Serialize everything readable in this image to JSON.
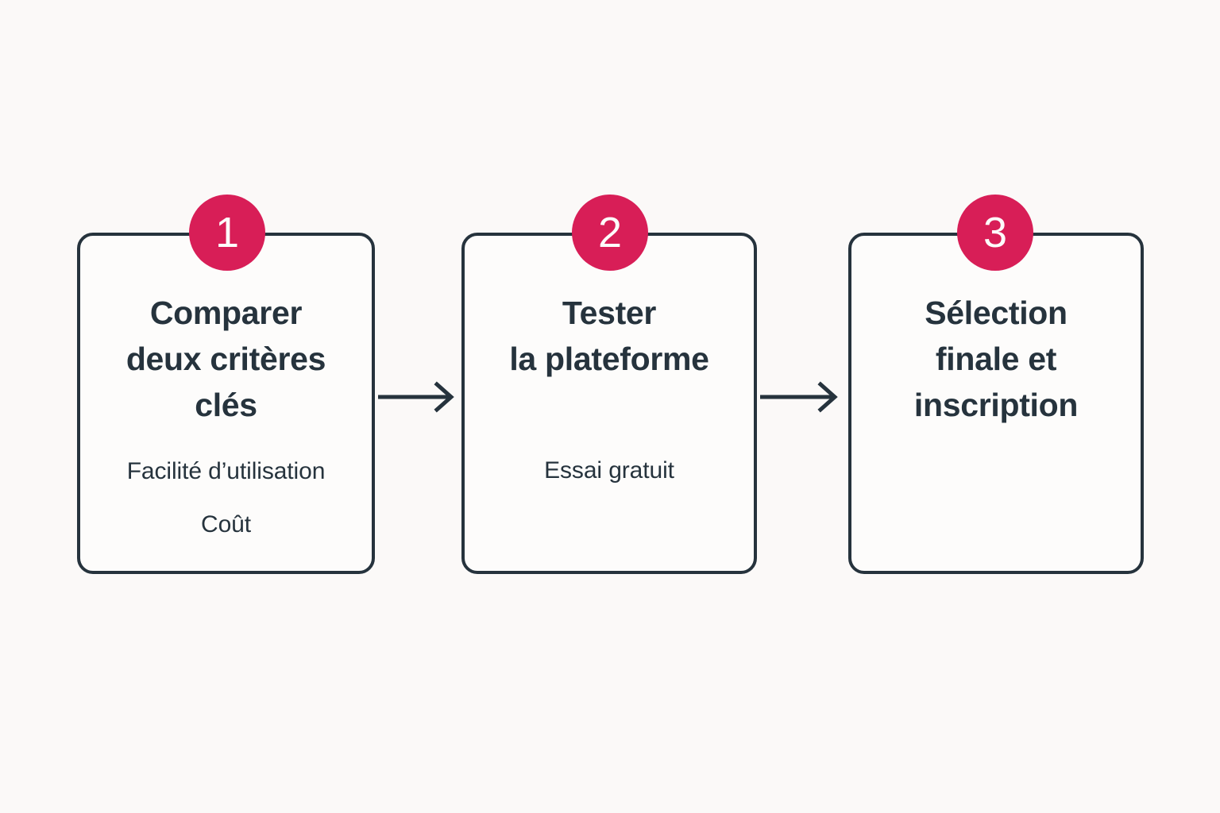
{
  "theme": {
    "background": "#fbf9f8",
    "card_fill": "#fdfcfb",
    "card_border": "#26333d",
    "text": "#26333d",
    "badge_fill": "#d81e57",
    "badge_text": "#fdfcfb",
    "arrow": "#26333d"
  },
  "diagram": {
    "type": "process-flow",
    "orientation": "horizontal",
    "step_count": 3,
    "steps": [
      {
        "number": "1",
        "title": "Comparer\ndeux critères\nclés",
        "details": [
          "Facilité d’utilisation",
          "Coût"
        ]
      },
      {
        "number": "2",
        "title": "Tester\nla plateforme",
        "details": [
          "Essai gratuit"
        ]
      },
      {
        "number": "3",
        "title": "Sélection\nfinale et\ninscription",
        "details": []
      }
    ],
    "connectors": [
      {
        "from": "1",
        "to": "2",
        "icon": "arrow-right-icon"
      },
      {
        "from": "2",
        "to": "3",
        "icon": "arrow-right-icon"
      }
    ]
  }
}
